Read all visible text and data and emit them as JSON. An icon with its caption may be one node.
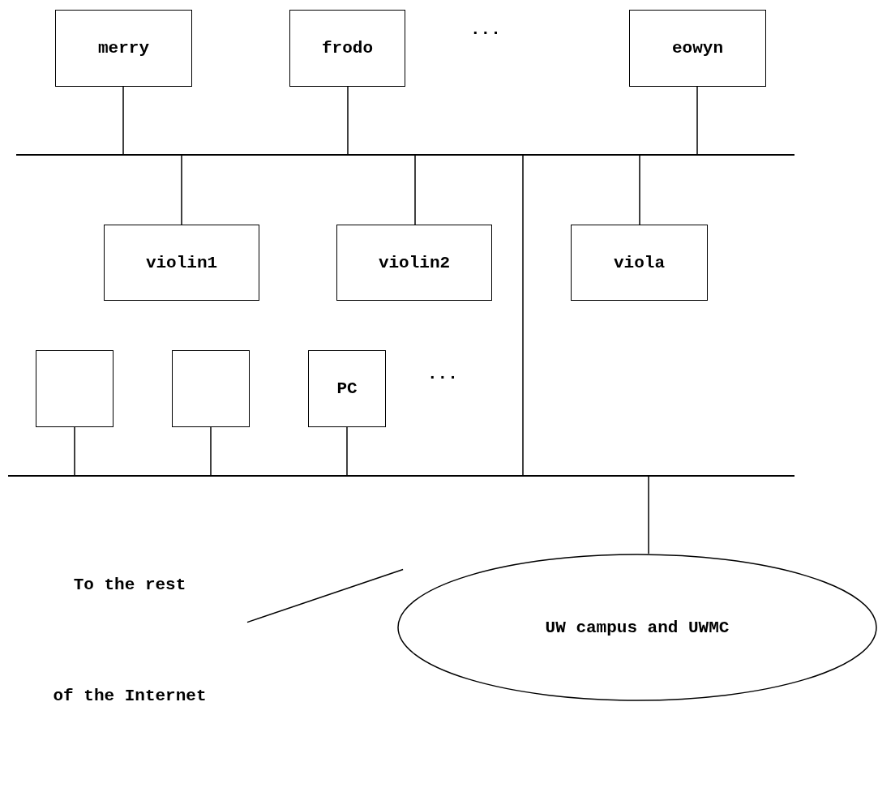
{
  "diagram": {
    "nodes": [
      {
        "text": [
          "merry"
        ]
      },
      {
        "text": [
          "frodo"
        ]
      },
      {
        "text": [
          "eowyn"
        ]
      },
      {
        "text": [],
        "shape": "bar"
      },
      {
        "text": [
          "violin1"
        ]
      },
      {
        "text": [
          "violin2"
        ]
      },
      {
        "text": [
          "viola"
        ]
      },
      {
        "text": [],
        "shape": "box"
      },
      {
        "text": [],
        "shape": "box"
      },
      {
        "text": [
          "PC"
        ]
      },
      {
        "text": [],
        "shape": "bar"
      },
      {
        "text": [
          "UW campus and UWMC"
        ]
      },
      {
        "text": [
          "To the rest",
          "of the Internet"
        ]
      }
    ],
    "edges": [
      {
        "from": 0,
        "to": 3,
        "arrow": "none"
      },
      {
        "from": 1,
        "to": 3,
        "arrow": "none"
      },
      {
        "from": 2,
        "to": 3,
        "arrow": "none"
      },
      {
        "from": 3,
        "to": 4,
        "arrow": "none"
      },
      {
        "from": 3,
        "to": 5,
        "arrow": "none"
      },
      {
        "from": 3,
        "to": 6,
        "arrow": "none"
      },
      {
        "from": 3,
        "to": 10,
        "arrow": "none"
      },
      {
        "from": 7,
        "to": 10,
        "arrow": "none"
      },
      {
        "from": 8,
        "to": 10,
        "arrow": "none"
      },
      {
        "from": 9,
        "to": 10,
        "arrow": "none"
      },
      {
        "from": 10,
        "to": 11,
        "arrow": "none"
      },
      {
        "from": 11,
        "to": 12,
        "arrow": "none"
      }
    ],
    "labels": [
      "...",
      "..."
    ]
  }
}
